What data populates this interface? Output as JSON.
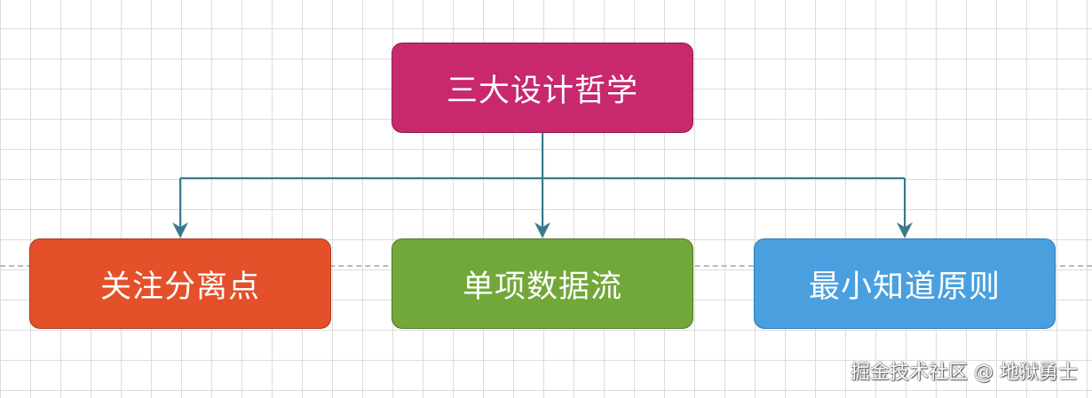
{
  "diagram": {
    "root": {
      "label": "三大设计哲学",
      "color": "#c8286e"
    },
    "children": [
      {
        "label": "关注分离点",
        "color": "#e3502a"
      },
      {
        "label": "单项数据流",
        "color": "#72a73a"
      },
      {
        "label": "最小知道原则",
        "color": "#4aa0de"
      }
    ],
    "connector_color": "#3a7a8c",
    "edges": [
      {
        "from": "三大设计哲学",
        "to": "关注分离点"
      },
      {
        "from": "三大设计哲学",
        "to": "单项数据流"
      },
      {
        "from": "三大设计哲学",
        "to": "最小知道原则"
      }
    ]
  },
  "watermark": "掘金技术社区 @ 地狱勇士"
}
